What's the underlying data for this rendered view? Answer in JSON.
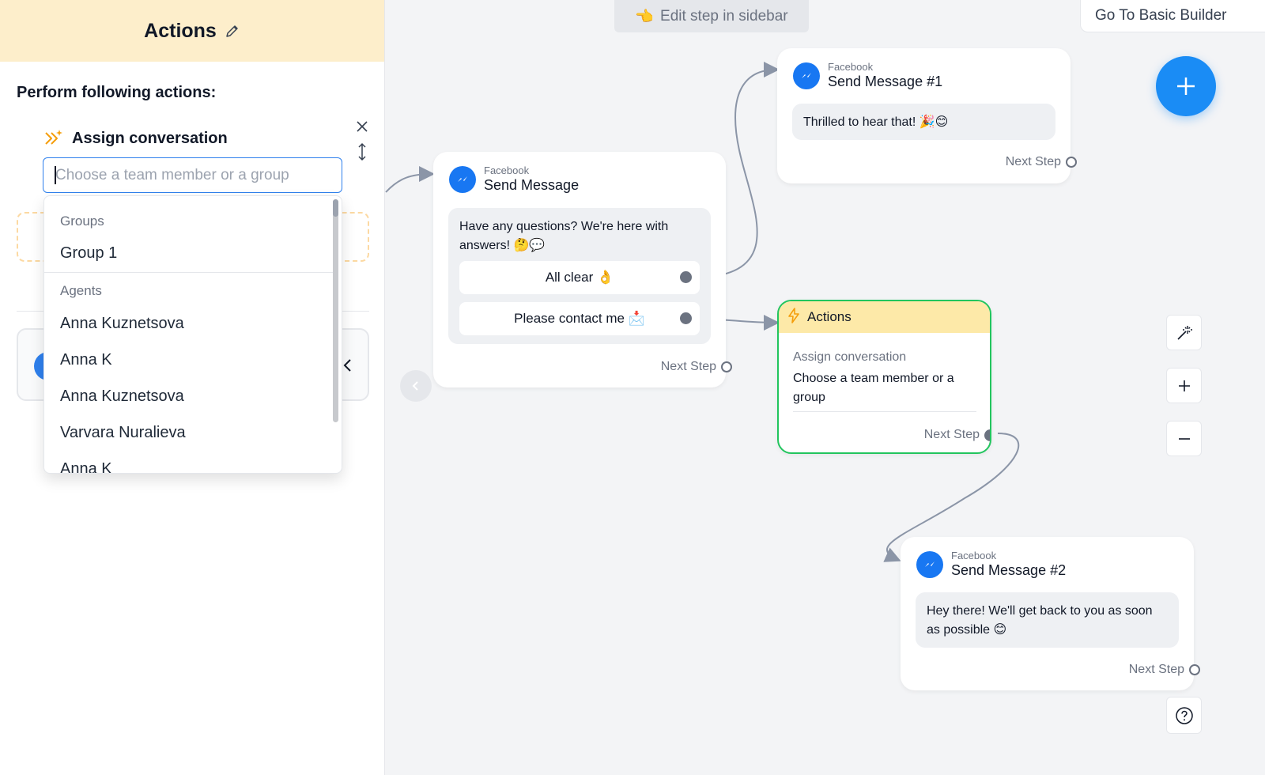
{
  "sidebar": {
    "title": "Actions",
    "section_title": "Perform following actions:",
    "action": {
      "title": "Assign conversation",
      "input_placeholder": "Choose a team member or a group"
    },
    "dropdown": {
      "groups_label": "Groups",
      "groups": [
        "Group 1"
      ],
      "agents_label": "Agents",
      "agents": [
        "Anna Kuznetsova",
        "Anna K",
        "Anna Kuznetsova",
        "Varvara Nuralieva",
        "Anna K"
      ]
    }
  },
  "toolbar": {
    "edit_hint": "Edit step in sidebar",
    "edit_hint_emoji": "👈",
    "basic_builder": "Go To Basic Builder"
  },
  "nodes": {
    "send_message": {
      "source": "Facebook",
      "title": "Send Message",
      "text": "Have any questions? We're here with answers! 🤔💬",
      "replies": [
        "All clear 👌",
        "Please contact me 📩"
      ],
      "next_step": "Next Step"
    },
    "send_message_1": {
      "source": "Facebook",
      "title": "Send Message #1",
      "text": "Thrilled to hear that! 🎉😊",
      "next_step": "Next Step"
    },
    "actions": {
      "title": "Actions",
      "label": "Assign conversation",
      "value": "Choose a team member or a group",
      "next_step": "Next Step"
    },
    "send_message_2": {
      "source": "Facebook",
      "title": "Send Message #2",
      "text": "Hey there! We'll get back to you as soon as possible 😊",
      "next_step": "Next Step"
    }
  },
  "colors": {
    "accent": "#1a8cf5",
    "sidebar_header": "#fdeecb",
    "actions_border": "#22c55e",
    "actions_header": "#fde9a8"
  }
}
